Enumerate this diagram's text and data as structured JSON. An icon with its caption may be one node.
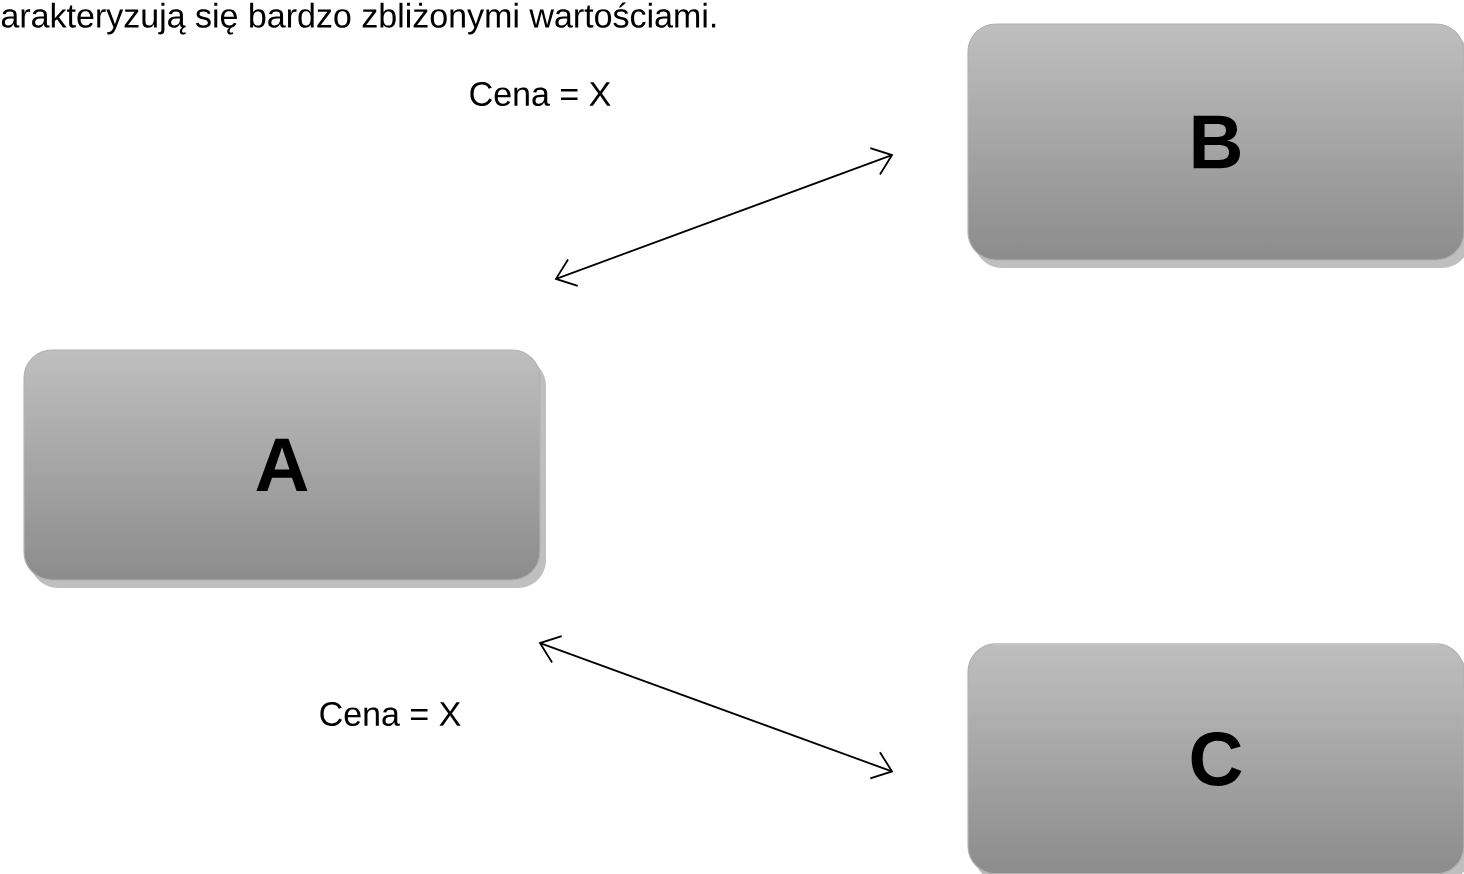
{
  "diagram": {
    "nodes": [
      {
        "text": [
          "A"
        ]
      },
      {
        "text": [
          "B"
        ]
      },
      {
        "text": [
          "C"
        ]
      }
    ],
    "edges": [
      {
        "from": 0,
        "to": 1,
        "arrow": "both",
        "label": "Cena = X"
      },
      {
        "from": 0,
        "to": 2,
        "arrow": "both",
        "label": "Cena = X"
      }
    ],
    "labels": [
      "arakteryzują się bardzo zbliżonymi wartościami."
    ]
  }
}
